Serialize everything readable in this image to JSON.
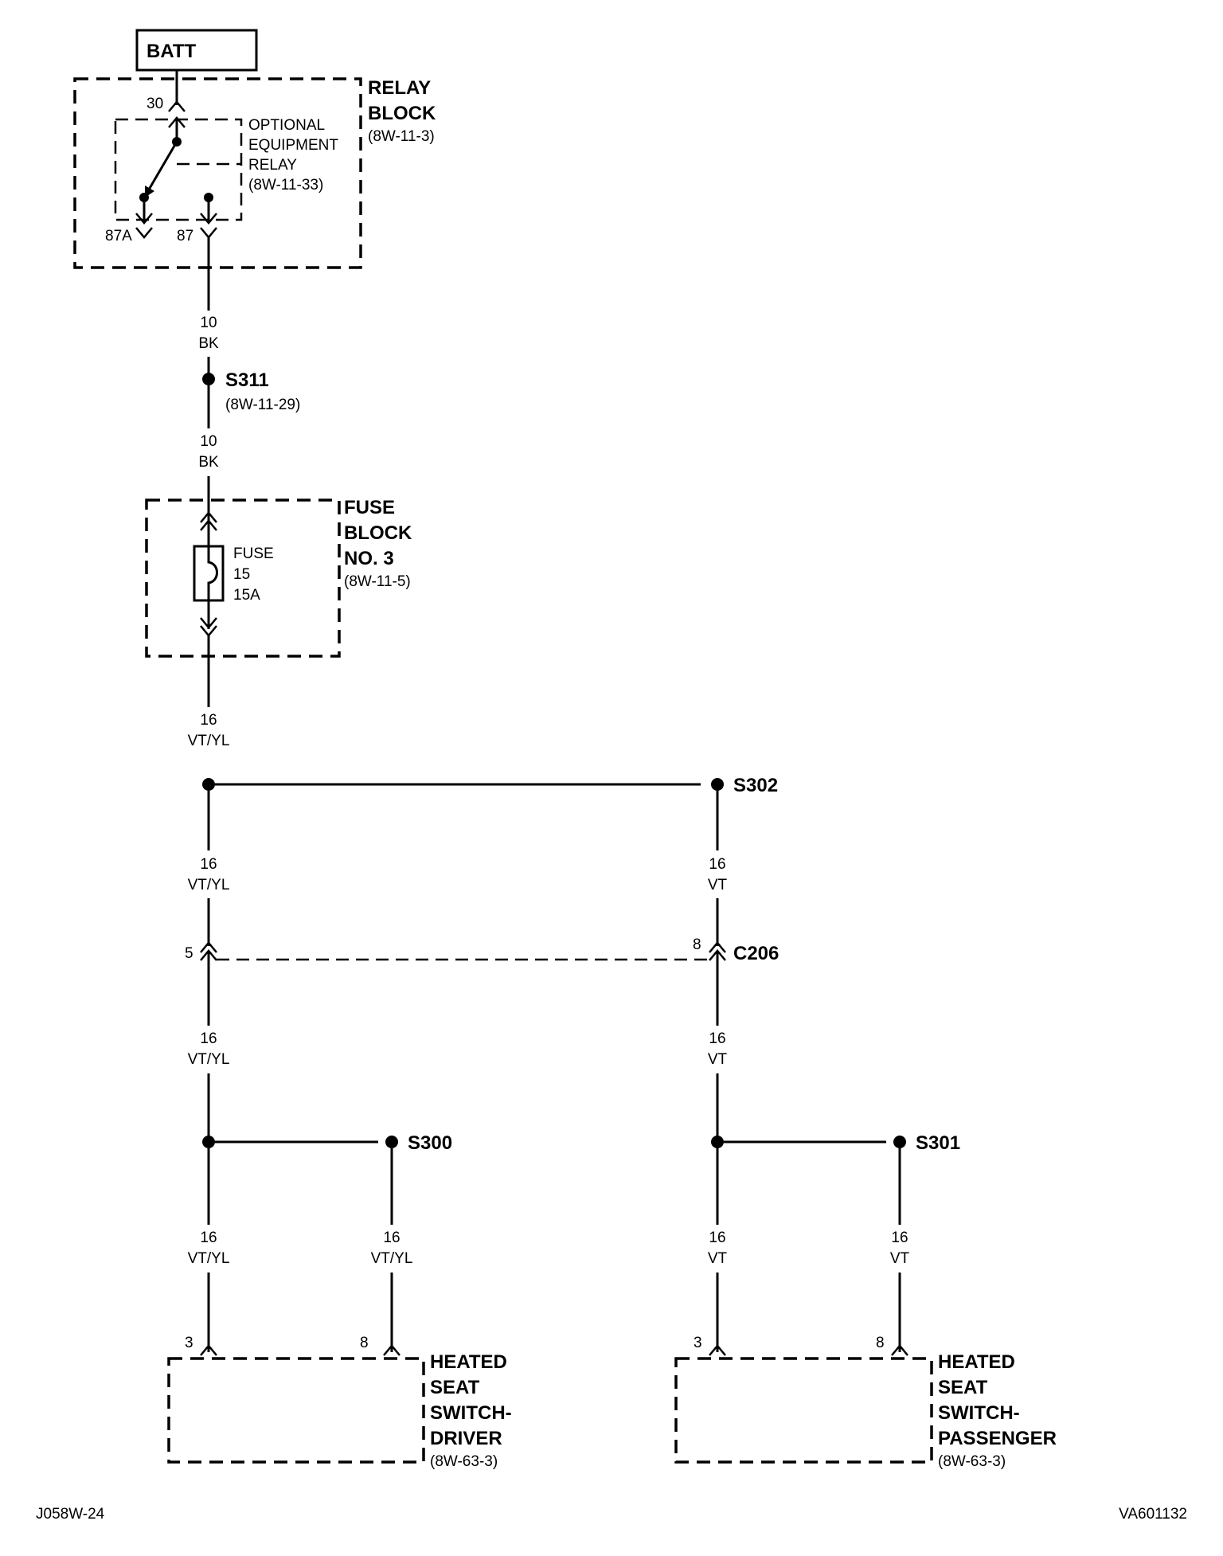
{
  "battery": {
    "label": "BATT"
  },
  "relay_block": {
    "title": [
      "RELAY",
      "BLOCK"
    ],
    "ref": "(8W-11-3)"
  },
  "relay": {
    "name": [
      "OPTIONAL",
      "EQUIPMENT",
      "RELAY"
    ],
    "ref": "(8W-11-33)",
    "pin_30": "30",
    "pin_87a": "87A",
    "pin_87": "87"
  },
  "wire_1": {
    "gauge": "10",
    "color": "BK"
  },
  "splice_s311": {
    "label": "S311",
    "ref": "(8W-11-29)"
  },
  "wire_2": {
    "gauge": "10",
    "color": "BK"
  },
  "fuse_block": {
    "title": [
      "FUSE",
      "BLOCK",
      "NO. 3"
    ],
    "ref": "(8W-11-5)"
  },
  "fuse": {
    "label": "FUSE",
    "number": "15",
    "rating": "15A"
  },
  "wire_3": {
    "gauge": "16",
    "color": "VT/YL"
  },
  "splice_s302": {
    "label": "S302"
  },
  "wire_4": {
    "gauge": "16",
    "color": "VT/YL"
  },
  "wire_5": {
    "gauge": "16",
    "color": "VT"
  },
  "connector_c206": {
    "label": "C206",
    "pin_left": "5",
    "pin_right": "8"
  },
  "wire_6": {
    "gauge": "16",
    "color": "VT/YL"
  },
  "wire_7": {
    "gauge": "16",
    "color": "VT"
  },
  "splice_s300": {
    "label": "S300"
  },
  "splice_s301": {
    "label": "S301"
  },
  "wire_8": {
    "gauge": "16",
    "color": "VT/YL"
  },
  "wire_9": {
    "gauge": "16",
    "color": "VT/YL"
  },
  "wire_10": {
    "gauge": "16",
    "color": "VT"
  },
  "wire_11": {
    "gauge": "16",
    "color": "VT"
  },
  "switch_driver": {
    "title": [
      "HEATED",
      "SEAT",
      "SWITCH-",
      "DRIVER"
    ],
    "ref": "(8W-63-3)",
    "pin_a": "3",
    "pin_b": "8"
  },
  "switch_passenger": {
    "title": [
      "HEATED",
      "SEAT",
      "SWITCH-",
      "PASSENGER"
    ],
    "ref": "(8W-63-3)",
    "pin_a": "3",
    "pin_b": "8"
  },
  "footer": {
    "left": "J058W-24",
    "right": "VA601132"
  }
}
